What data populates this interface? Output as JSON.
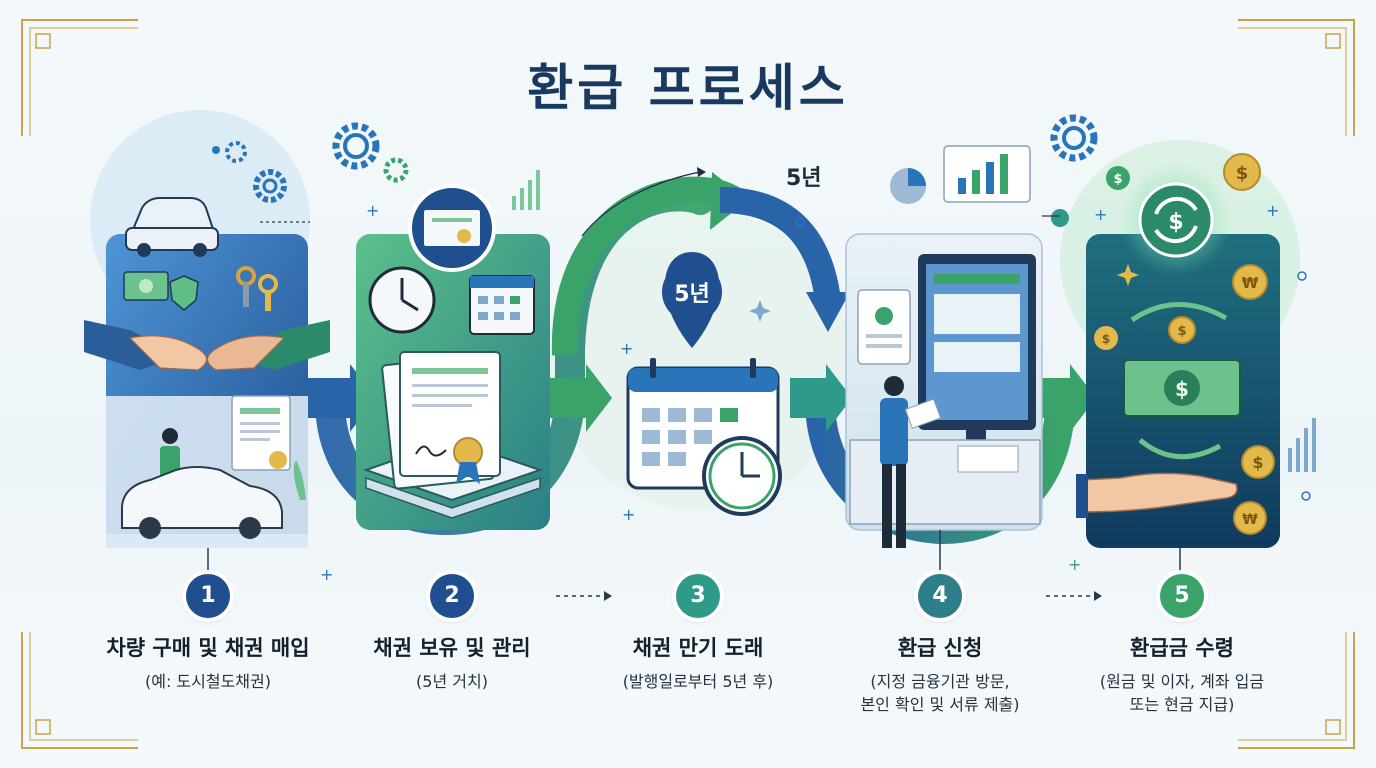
{
  "title": "환급 프로세스",
  "period_label": "5년",
  "period_badge": "5년",
  "colors": {
    "navy": "#1f4f8f",
    "blue": "#2a74b9",
    "green": "#3aa36a",
    "teal": "#2f9a8a",
    "gold": "#e3b94c",
    "frame_gold": "#c9a24a"
  },
  "steps": [
    {
      "number": "1",
      "title": "차량 구매 및 채권 매입",
      "sub1": "(예: 도시철도채권)",
      "sub2": ""
    },
    {
      "number": "2",
      "title": "채권 보유 및 관리",
      "sub1": "(5년 거치)",
      "sub2": ""
    },
    {
      "number": "3",
      "title": "채권 만기 도래",
      "sub1": "(발행일로부터 5년 후)",
      "sub2": ""
    },
    {
      "number": "4",
      "title": "환급 신청",
      "sub1": "(지정 금융기관 방문,",
      "sub2": "본인 확인 및 서류 제출)"
    },
    {
      "number": "5",
      "title": "환급금 수령",
      "sub1": "(원금 및 이자, 계좌 입금",
      "sub2": "또는 현금 지급)"
    }
  ],
  "icons": {
    "step1": [
      "car-icon",
      "handshake-icon",
      "money-icon",
      "shield-icon",
      "keys-icon",
      "document-icon",
      "person-icon"
    ],
    "step2": [
      "certificate-icon",
      "clock-icon",
      "calendar-icon",
      "document-stack-icon",
      "seal-icon"
    ],
    "step3": [
      "location-pin-icon",
      "calendar-icon",
      "clock-icon"
    ],
    "step4": [
      "id-card-icon",
      "monitor-icon",
      "person-icon",
      "bar-chart-icon",
      "pie-chart-icon"
    ],
    "step5": [
      "refund-cycle-icon",
      "dollar-coin-icon",
      "won-coin-icon",
      "banknote-icon",
      "hand-icon"
    ]
  }
}
